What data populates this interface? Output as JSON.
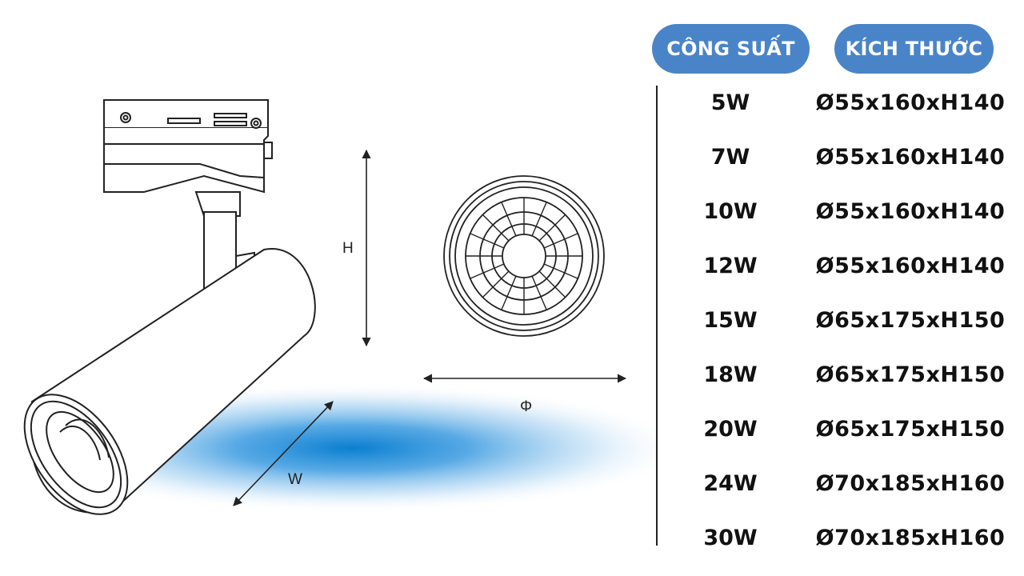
{
  "diagram": {
    "label_h": "H",
    "label_w": "W",
    "label_phi": "Φ"
  },
  "table": {
    "header_power": "CÔNG SUẤT",
    "header_size": "KÍCH THƯỚC",
    "rows": [
      {
        "power": "5W",
        "size": "Ø55x160xH140"
      },
      {
        "power": "7W",
        "size": "Ø55x160xH140"
      },
      {
        "power": "10W",
        "size": "Ø55x160xH140"
      },
      {
        "power": "12W",
        "size": "Ø55x160xH140"
      },
      {
        "power": "15W",
        "size": "Ø65x175xH150"
      },
      {
        "power": "18W",
        "size": "Ø65x175xH150"
      },
      {
        "power": "20W",
        "size": "Ø65x175xH150"
      },
      {
        "power": "24W",
        "size": "Ø70x185xH160"
      },
      {
        "power": "30W",
        "size": "Ø70x185xH160"
      }
    ]
  },
  "colors": {
    "pill_background": "#4a84c8",
    "glow_blue": "#0a7fd0"
  }
}
